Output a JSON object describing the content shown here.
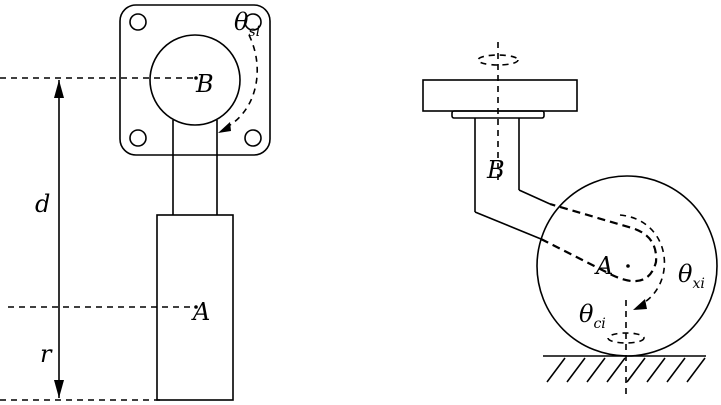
{
  "labels": {
    "B_left": "B",
    "theta_s": "θ",
    "theta_s_sub": "si",
    "d": "d",
    "A_left": "A",
    "r": "r",
    "B_right": "B",
    "A_right": "A",
    "theta_x": "θ",
    "theta_x_sub": "xi",
    "theta_c": "θ",
    "theta_c_sub": "ci"
  }
}
